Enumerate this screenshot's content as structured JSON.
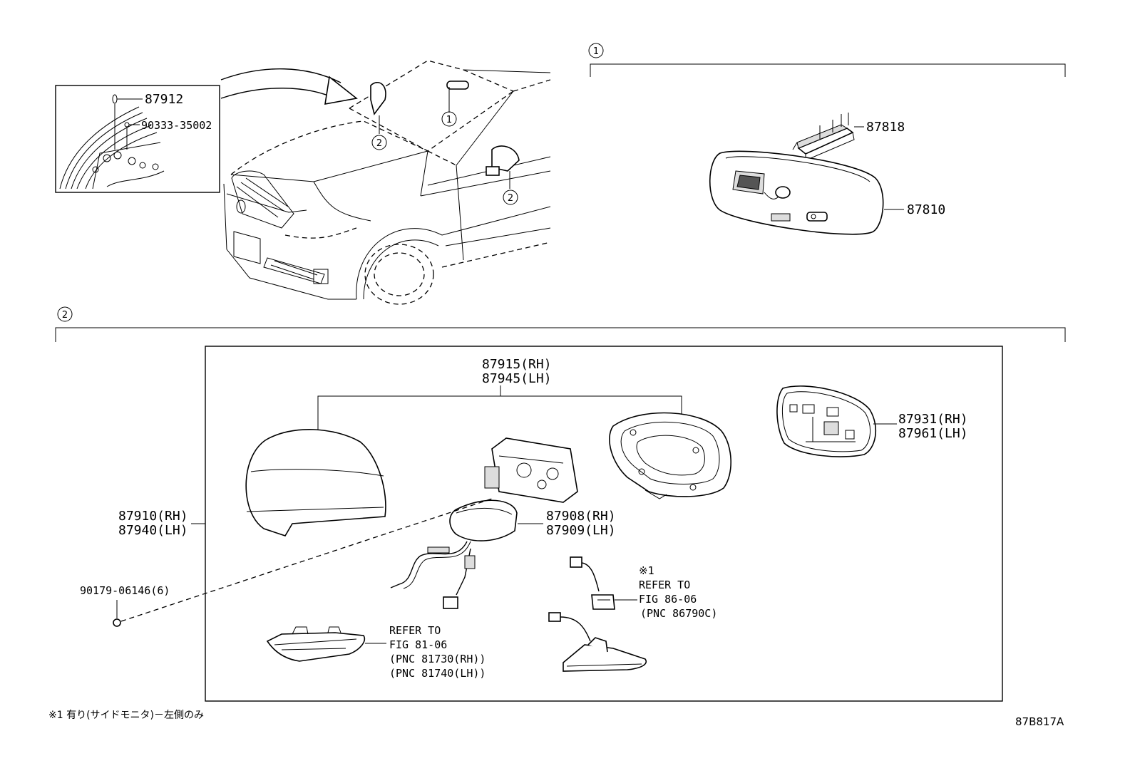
{
  "callouts": {
    "c1": "1",
    "c2": "2"
  },
  "inset": {
    "p87912": "87912",
    "p90333": "90333-35002"
  },
  "room_mirror": {
    "p87818": "87818",
    "p87810": "87810"
  },
  "outer_mirror": {
    "cover_rh": "87915(RH)",
    "cover_lh": "87945(LH)",
    "glass_rh": "87931(RH)",
    "glass_lh": "87961(LH)",
    "assy_rh": "87910(RH)",
    "assy_lh": "87940(LH)",
    "sub_rh": "87908(RH)",
    "sub_lh": "87909(LH)",
    "screw": "90179-06146(6)"
  },
  "refer_camera": {
    "mark": "※1",
    "line1": "REFER TO",
    "line2": "FIG 86-06",
    "line3": "(PNC 86790C)"
  },
  "refer_lamp": {
    "line1": "REFER TO",
    "line2": "FIG 81-06",
    "line3": "(PNC 81730(RH))",
    "line4": "(PNC 81740(LH))"
  },
  "footnote": "※1 有り(サイドモニタ)－左側のみ",
  "figure_code": "87B817A",
  "colors": {
    "line": "#000000",
    "background": "#ffffff"
  }
}
